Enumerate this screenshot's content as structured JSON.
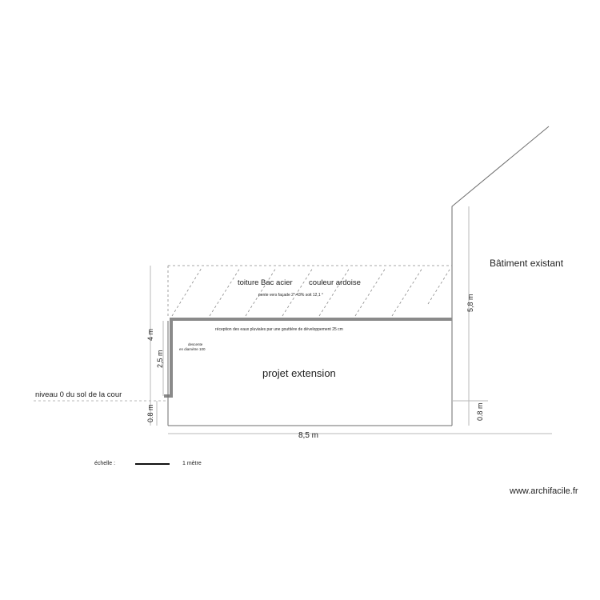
{
  "labels": {
    "existing_building": "Bâtiment existant",
    "roof": "toiture Bac acier",
    "roof_color": "couleur ardoise",
    "slope_note": "pente vers façade 2° 43% soit 12,1 °",
    "gutter_note": "réception des eaux pluviales par une gouttière de développement 25 cm",
    "downpipe_line1": "descente",
    "downpipe_line2": "en diamètre 100",
    "project": "projet extension",
    "ground_level": "niveau 0 du sol de la cour",
    "website": "www.archifacile.fr"
  },
  "dimensions": {
    "total_height": "4 m",
    "wall_height": "2,5 m",
    "base_left": "0.8 m",
    "width": "8,5 m",
    "existing_height": "5,8 m",
    "base_right": "0.8 m"
  },
  "scale": {
    "label": "échelle :",
    "value": "1 mètre"
  }
}
